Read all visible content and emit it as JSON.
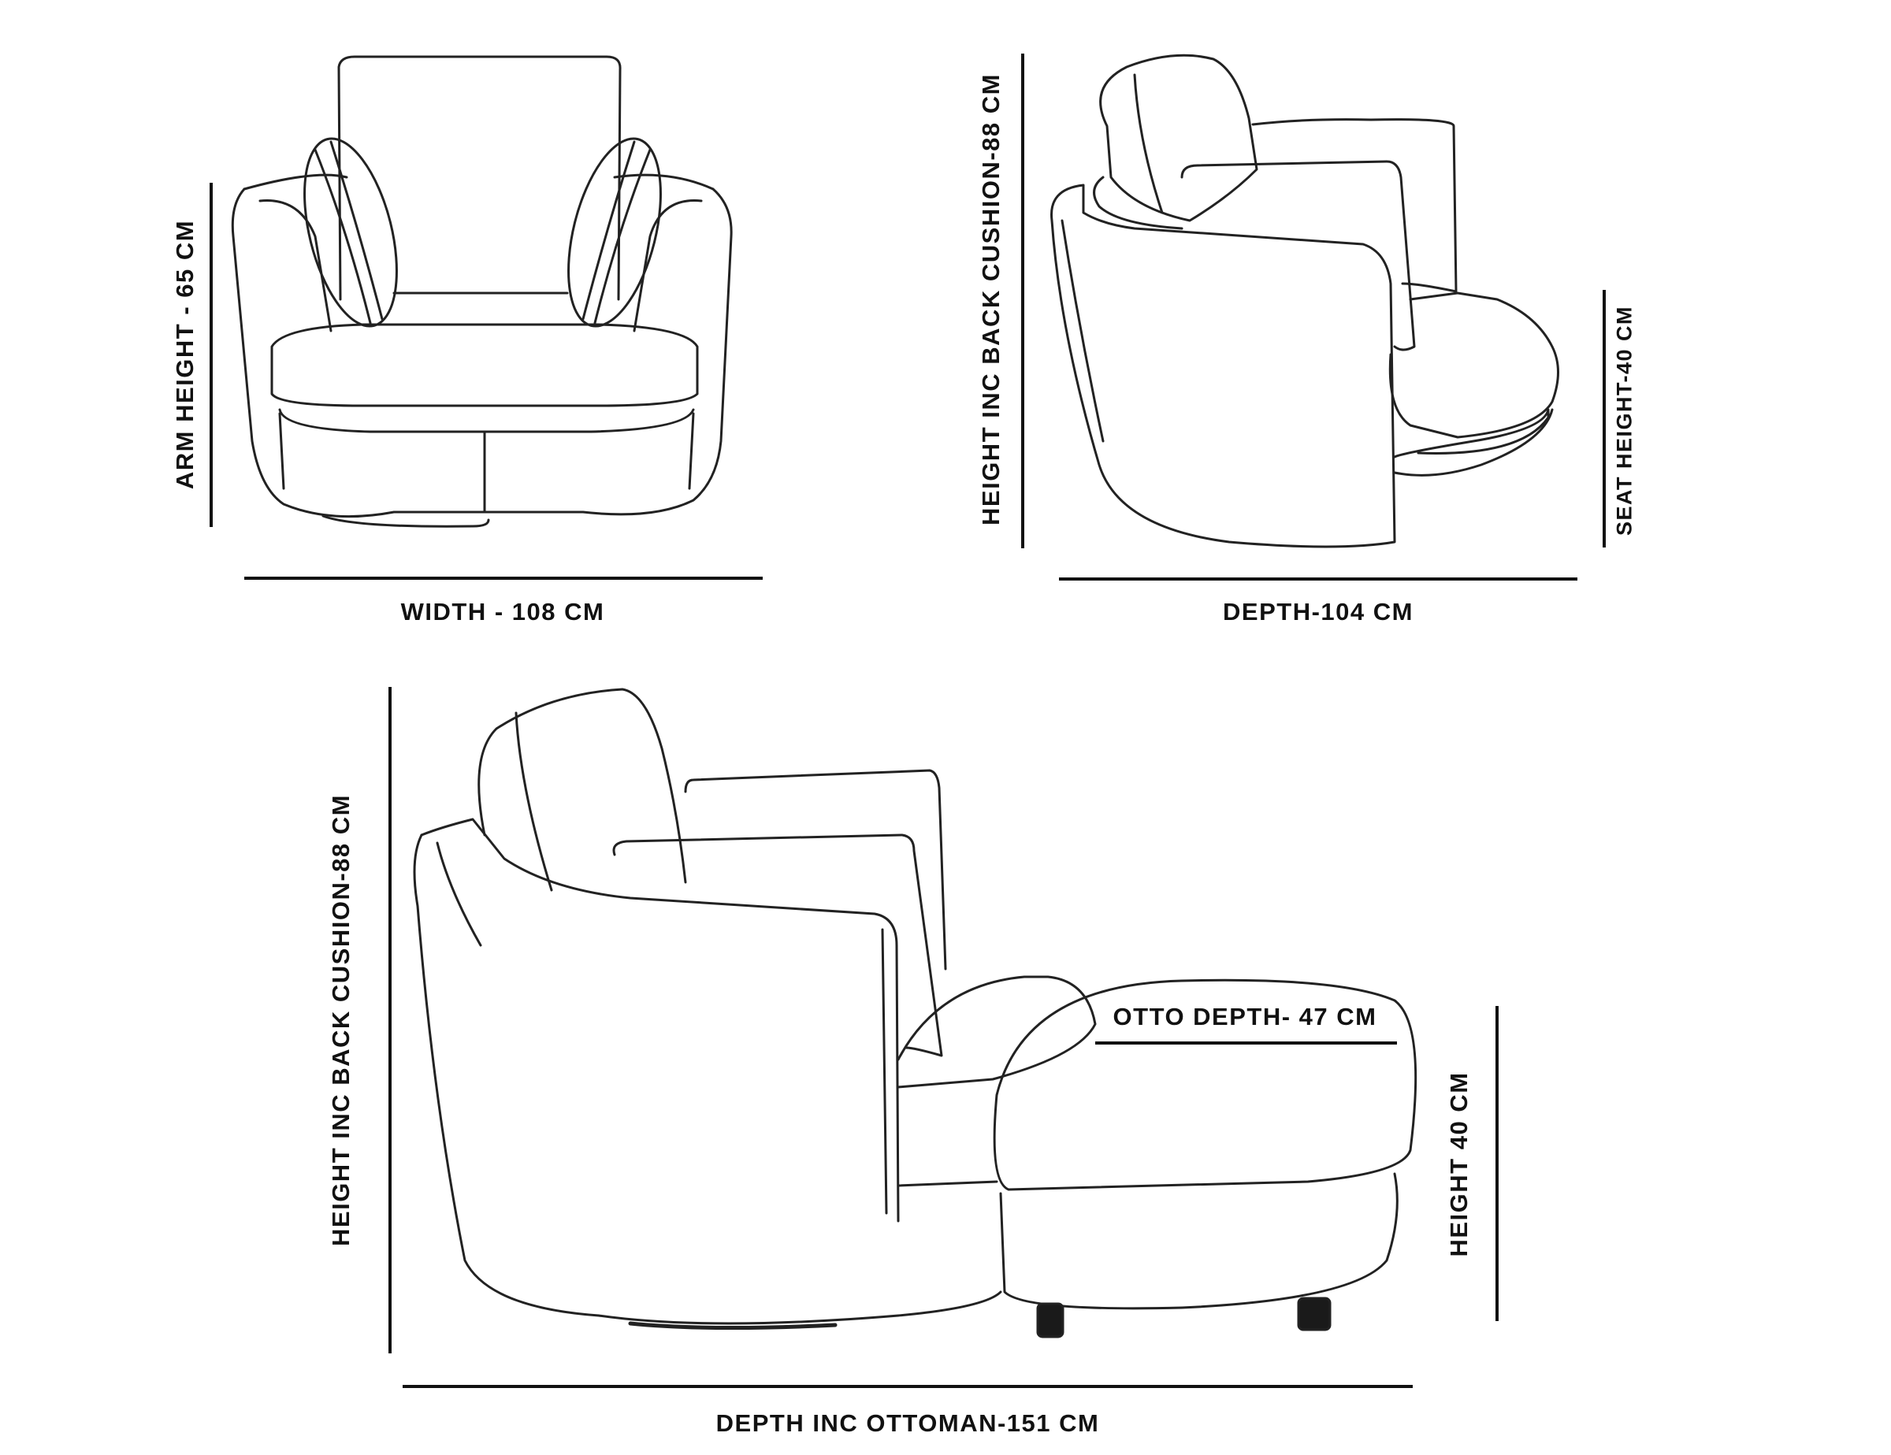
{
  "labels": {
    "arm_height": "ARM HEIGHT - 65 CM",
    "width": "WIDTH - 108 CM",
    "height_back_side": "HEIGHT INC BACK CUSHION-88 CM",
    "seat_height": "SEAT HEIGHT-40 CM",
    "depth": "DEPTH-104 CM",
    "height_back_ottoman": "HEIGHT INC BACK CUSHION-88 CM",
    "otto_depth": "OTTO DEPTH- 47 CM",
    "otto_height": "HEIGHT 40 CM",
    "depth_inc_ottoman": "DEPTH INC OTTOMAN-151 CM"
  },
  "colors": {
    "line": "#111111",
    "sketch": "#222222",
    "leg": "#1a1a1a"
  }
}
